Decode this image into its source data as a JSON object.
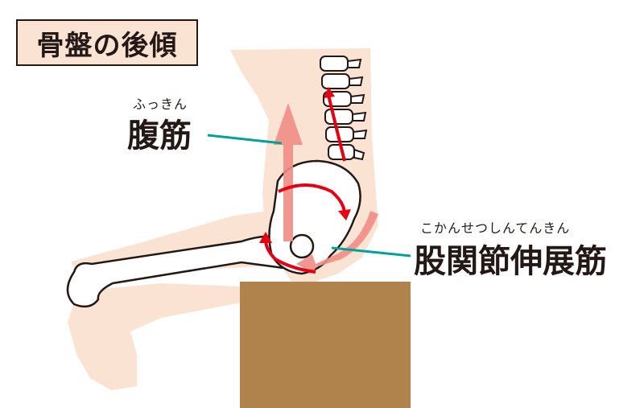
{
  "title": "骨盤の後傾",
  "labels": {
    "abdominal": {
      "text": "腹筋",
      "ruby": "ふっきん"
    },
    "hip_extensor": {
      "text": "股関節伸展筋",
      "ruby": "こかんせつしんてんきん"
    }
  },
  "colors": {
    "skin": "#fbe3d3",
    "bone_outline": "#231815",
    "arrow_light": "#f08c85",
    "arrow_dark": "#e60012",
    "leader": "#00a29a",
    "box": "#b0834c",
    "title_bg": "#fbe3d3"
  }
}
